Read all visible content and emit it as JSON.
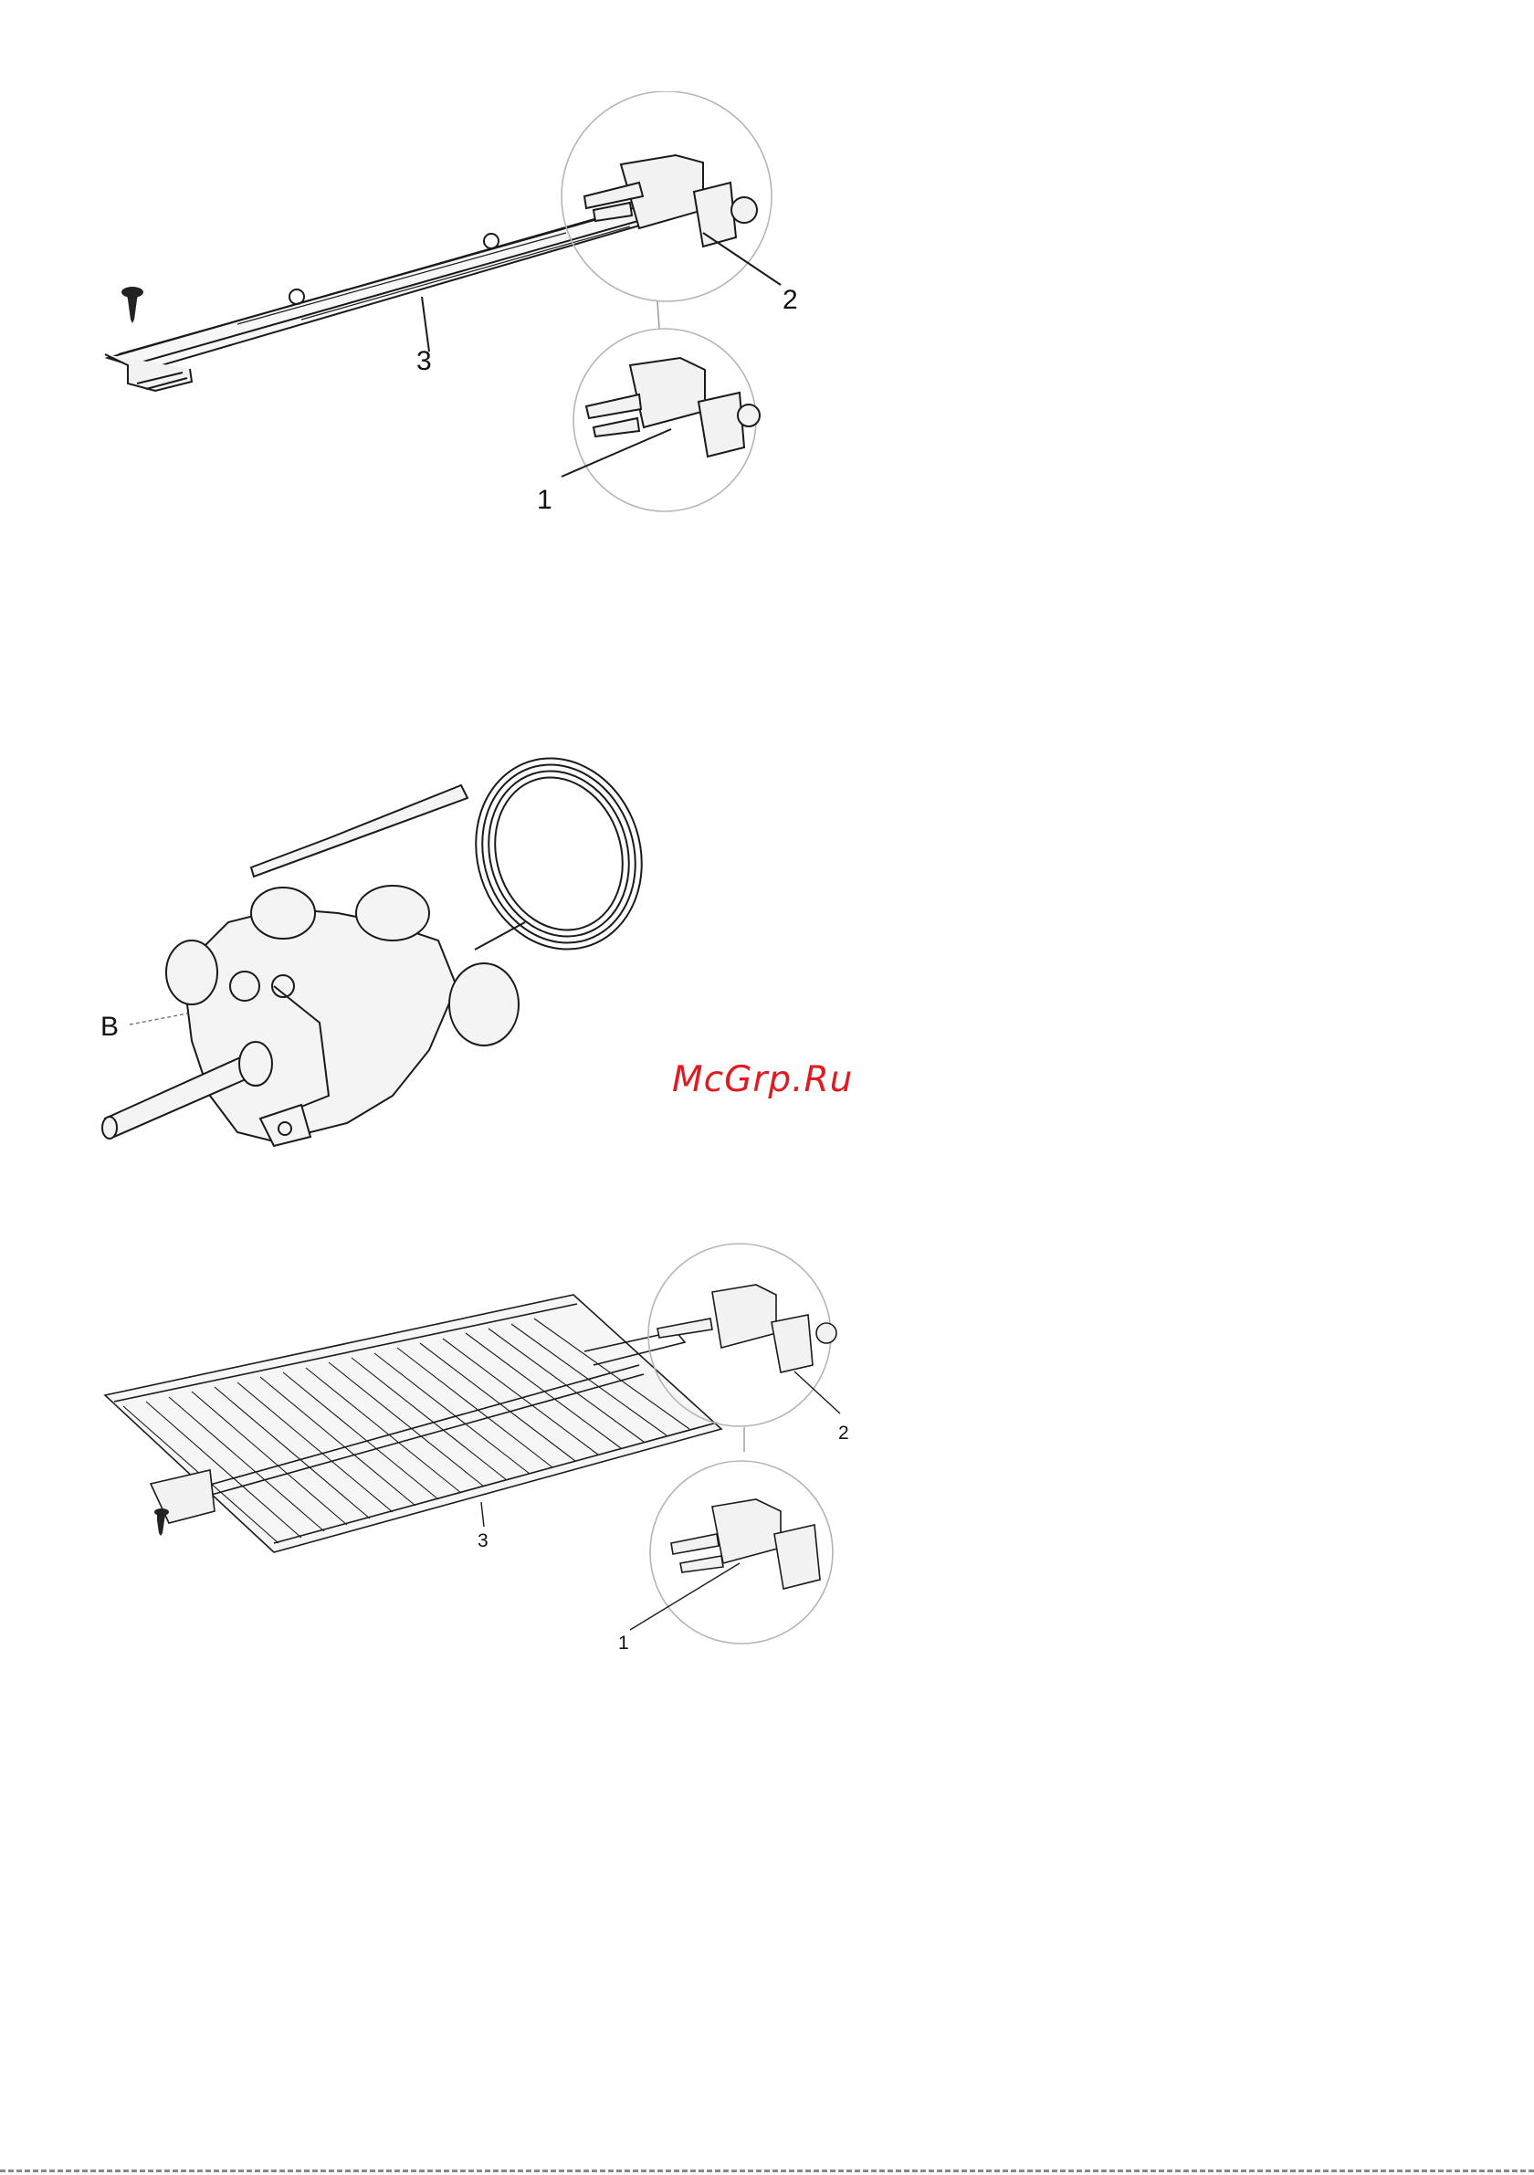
{
  "watermark": "McGrp.Ru",
  "figures": [
    {
      "name": "thermocouple-rail-assembly",
      "callouts": [
        "1",
        "2",
        "3"
      ]
    },
    {
      "name": "gas-valve-thermostat",
      "callouts": [
        "B"
      ]
    },
    {
      "name": "burner-grid-assembly",
      "callouts": [
        "1",
        "2",
        "3"
      ]
    }
  ],
  "colors": {
    "line": "#1a1a1a",
    "watermark": "#e21b22",
    "circle": "#b5b5b5"
  }
}
